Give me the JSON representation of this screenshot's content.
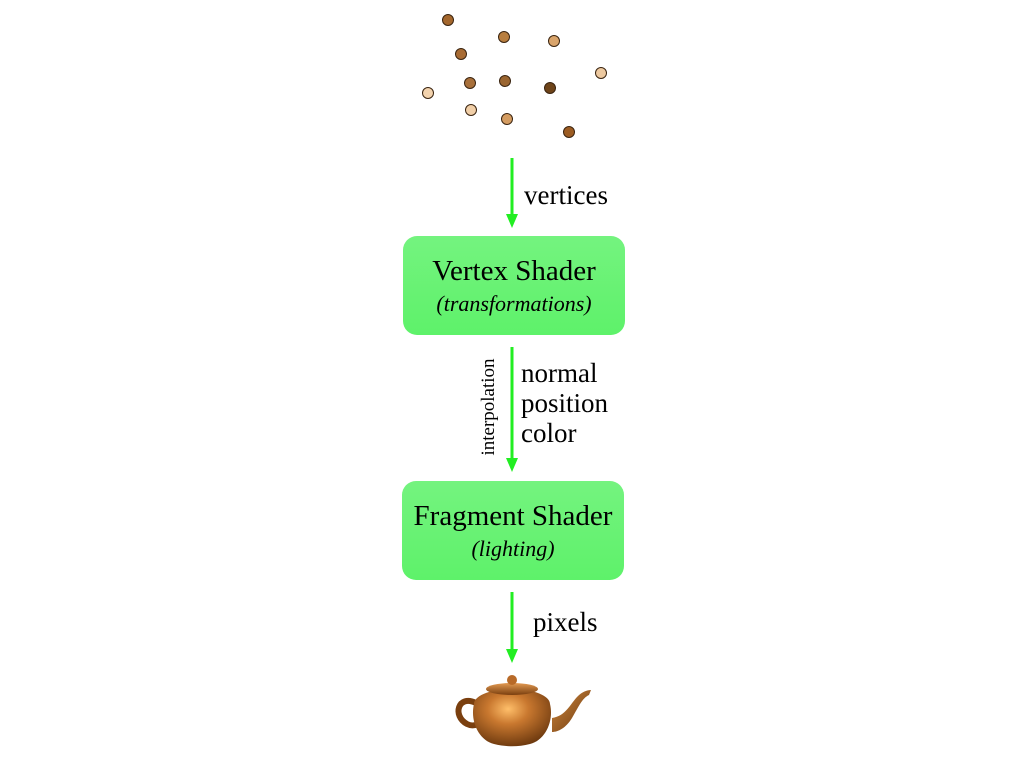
{
  "colors": {
    "arrow": "#22ee22",
    "box_fill": "#5ef26a",
    "box_fill_light": "#74f37f",
    "vertex_fill": "#b8804a",
    "vertex_stroke": "#3a2410",
    "teapot": "#b96a26",
    "text": "#000000"
  },
  "vertices": {
    "shades": [
      "#a4672d",
      "#b87e3f",
      "#a86b33",
      "#d9a46b",
      "#edc9a0",
      "#a8703a",
      "#9a6530",
      "#6e4419",
      "#f3d3ae",
      "#f1cfa8",
      "#d49c61",
      "#9c5c22"
    ]
  },
  "labels": {
    "vertices": "vertices",
    "interpolation": "interpolation",
    "pixels": "pixels"
  },
  "vertex_shader": {
    "title": "Vertex Shader",
    "subtitle": "(transformations)"
  },
  "varyings": {
    "items": [
      "normal",
      "position",
      "color"
    ]
  },
  "fragment_shader": {
    "title": "Fragment Shader",
    "subtitle": "(lighting)"
  },
  "output": {
    "icon": "teapot-icon"
  }
}
